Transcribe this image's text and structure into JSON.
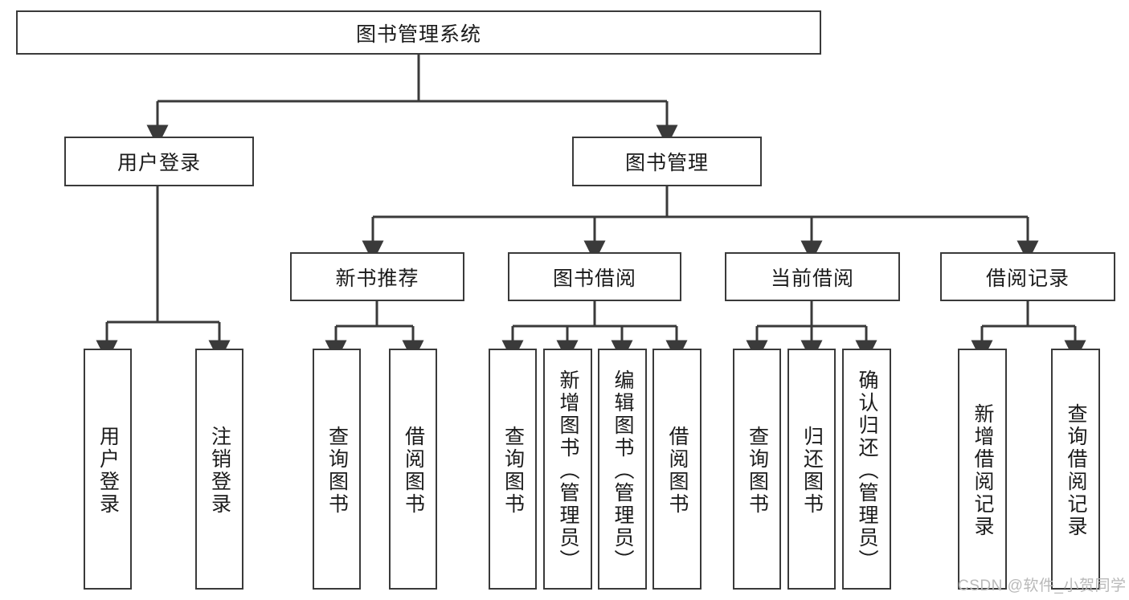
{
  "diagram": {
    "type": "tree",
    "title": "图书管理系统",
    "root": {
      "id": "root",
      "label": "图书管理系统"
    },
    "level2": [
      {
        "id": "user-login",
        "label": "用户登录"
      },
      {
        "id": "book-manage",
        "label": "图书管理"
      }
    ],
    "level3": [
      {
        "id": "new-book-rec",
        "label": "新书推荐",
        "parent": "book-manage"
      },
      {
        "id": "book-borrow",
        "label": "图书借阅",
        "parent": "book-manage"
      },
      {
        "id": "current-borrow",
        "label": "当前借阅",
        "parent": "book-manage"
      },
      {
        "id": "borrow-record",
        "label": "借阅记录",
        "parent": "book-manage"
      }
    ],
    "leaves": [
      {
        "id": "leaf-user-login",
        "label": "用户登录",
        "parent": "user-login"
      },
      {
        "id": "leaf-user-logout",
        "label": "注销登录",
        "parent": "user-login"
      },
      {
        "id": "leaf-query-book-1",
        "label": "查询图书",
        "parent": "new-book-rec"
      },
      {
        "id": "leaf-borrow-book-1",
        "label": "借阅图书",
        "parent": "new-book-rec"
      },
      {
        "id": "leaf-query-book-2",
        "label": "查询图书",
        "parent": "book-borrow"
      },
      {
        "id": "leaf-add-book",
        "label": "新增图书（管理员）",
        "parent": "book-borrow"
      },
      {
        "id": "leaf-edit-book",
        "label": "编辑图书（管理员）",
        "parent": "book-borrow"
      },
      {
        "id": "leaf-borrow-book-2",
        "label": "借阅图书",
        "parent": "book-borrow"
      },
      {
        "id": "leaf-query-book-3",
        "label": "查询图书",
        "parent": "current-borrow"
      },
      {
        "id": "leaf-return-book",
        "label": "归还图书",
        "parent": "current-borrow"
      },
      {
        "id": "leaf-confirm-return",
        "label": "确认归还（管理员）",
        "parent": "current-borrow"
      },
      {
        "id": "leaf-add-record",
        "label": "新增借阅记录",
        "parent": "borrow-record"
      },
      {
        "id": "leaf-query-record",
        "label": "查询借阅记录",
        "parent": "borrow-record"
      }
    ],
    "watermark": "CSDN @软件_小贺同学",
    "colors": {
      "stroke": "#3a3a3a",
      "fill": "#ffffff",
      "text": "#1b1b1b",
      "watermark": "#b9b9b9"
    }
  }
}
